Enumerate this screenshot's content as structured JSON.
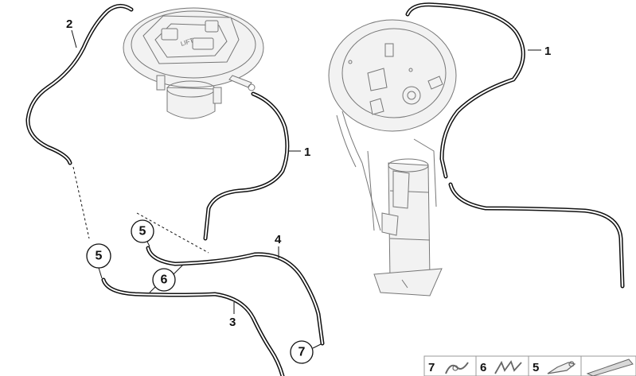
{
  "callouts": {
    "hose_left_top": "2",
    "hose_left_right": "1",
    "hose_right": "1",
    "line_4": "4",
    "line_3": "3"
  },
  "circled_labels": {
    "clip_a": "5",
    "clip_b": "5",
    "clip_c": "6",
    "clip_d": "7"
  },
  "pump_cover_text": "LIFT",
  "legend": [
    {
      "number": "7",
      "icon": "hose-clip-icon"
    },
    {
      "number": "6",
      "icon": "cable-tie-icon"
    },
    {
      "number": "5",
      "icon": "connector-icon"
    },
    {
      "number": "",
      "icon": "wedge-icon"
    }
  ],
  "colors": {
    "line": "#111111",
    "part_gray": "#777777",
    "part_fill": "#f2f2f2"
  }
}
